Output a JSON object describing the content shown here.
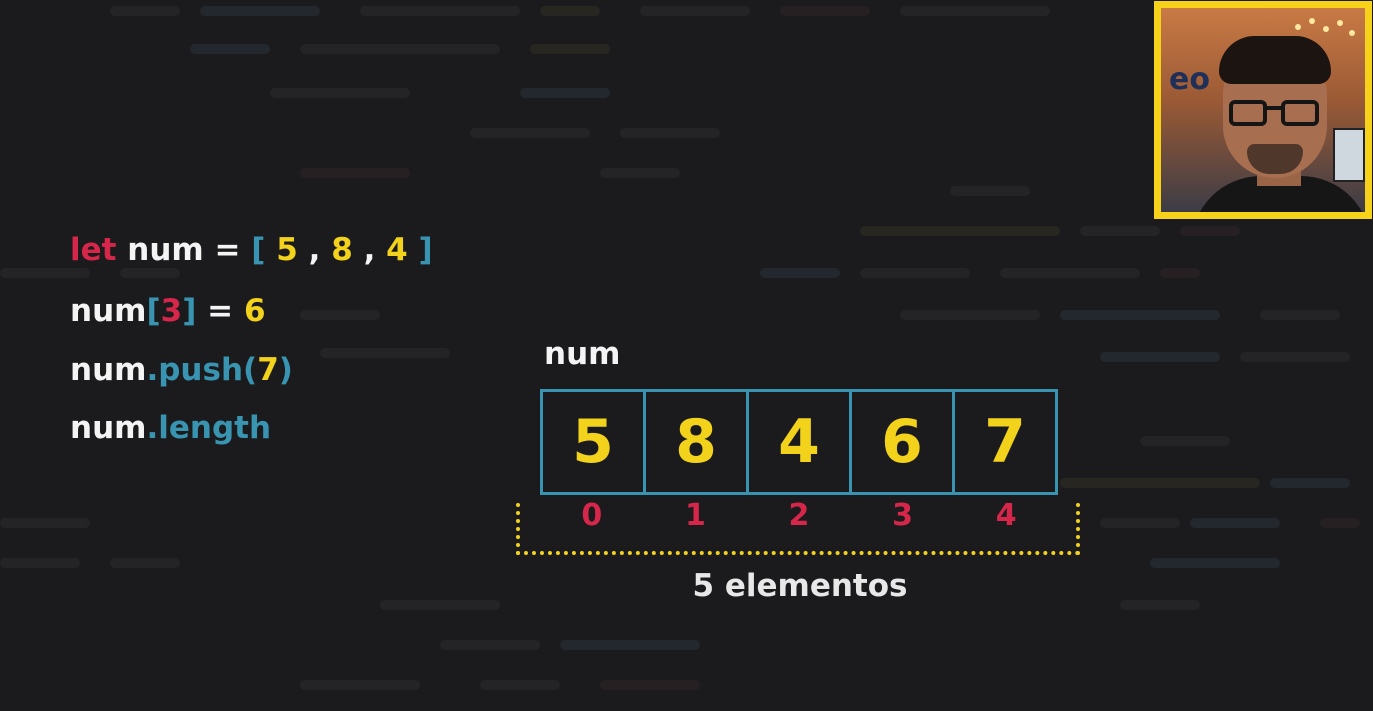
{
  "code": {
    "line1": {
      "keyword": "let",
      "name": " num = ",
      "open": "[",
      "v1": " 5",
      "sep1": " , ",
      "v2": "8",
      "sep2": " , ",
      "v3": "4",
      "close": " ]"
    },
    "line2": {
      "name": "num",
      "open": "[",
      "index": "3",
      "close": "]",
      "eq": " = ",
      "value": "6"
    },
    "line3": {
      "name": "num",
      "method": ".push(",
      "arg": "7",
      "close": ")"
    },
    "line4": {
      "name": "num",
      "prop": ".length"
    }
  },
  "diagram": {
    "var_name": "num",
    "values": [
      "5",
      "8",
      "4",
      "6",
      "7"
    ],
    "indices": [
      "0",
      "1",
      "2",
      "3",
      "4"
    ],
    "count_label": "5 elementos"
  },
  "webcam": {
    "logo_text": "eo"
  },
  "colors": {
    "background": "#1b1b1d",
    "keyword_red": "#d6274b",
    "number_yellow": "#f2d21b",
    "bracket_teal": "#3894b0",
    "text_white": "#f4f4f4",
    "webcam_border": "#f6d21a"
  }
}
